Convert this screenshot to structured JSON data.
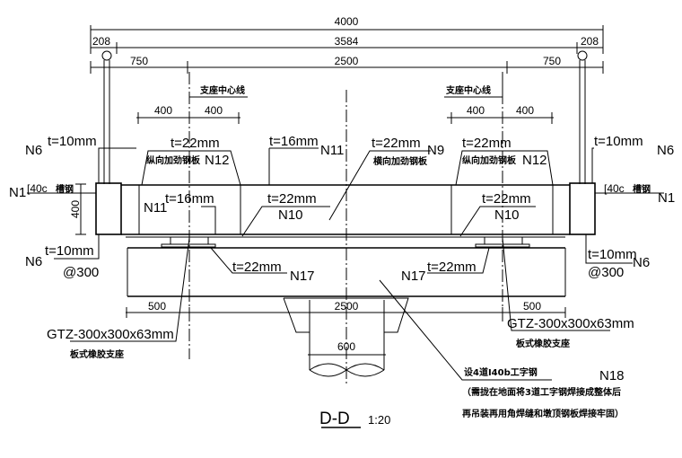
{
  "dimensions": {
    "overall": "4000",
    "left_edge": "208",
    "middle": "3584",
    "right_edge": "208",
    "left_span": "750",
    "center_span": "2500",
    "right_span": "750",
    "left_half_1": "400",
    "left_half_2": "400",
    "right_half_1": "400",
    "right_half_2": "400",
    "channel_height": "400",
    "bottom_left": "500",
    "bottom_center": "2500",
    "bottom_right": "500",
    "pier_width": "600"
  },
  "labels": {
    "bearing_centerline_left": "支座中心线",
    "bearing_centerline_right": "支座中心线",
    "t10_left_top": "t=10mm",
    "n6_left_top": "N6",
    "t22_n12_left": "t=22mm",
    "long_stiffener_left": "纵向加劲钢板",
    "n12_left": "N12",
    "t16_top": "t=16mm",
    "n11_top": "N11",
    "t22_n9": "t=22mm",
    "n9": "N9",
    "trans_stiffener": "横向加劲钢板",
    "t22_n12_right": "t=22mm",
    "long_stiffener_right": "纵向加劲钢板",
    "n12_right": "N12",
    "t10_right_top": "t=10mm",
    "n6_right_top": "N6",
    "n1_left": "N1",
    "channel_left": "[40c",
    "channel_left_cn": "槽钢",
    "n11_inner": "N11",
    "t16_inner": "t=16mm",
    "t22_n10_left": "t=22mm",
    "n10_left": "N10",
    "t22_n10_right": "t=22mm",
    "n10_right": "N10",
    "channel_right": "[40c",
    "channel_right_cn": "槽钢",
    "n1_right": "N1",
    "n6_left_bottom": "N6",
    "t10_left_bottom": "t=10mm",
    "at300_left": "@300",
    "t10_right_bottom": "t=10mm",
    "n6_right_bottom": "N6",
    "at300_right": "@300",
    "t22_n17_left": "t=22mm",
    "n17_left": "N17",
    "n17_right": "N17",
    "t22_n17_right": "t=22mm",
    "bearing_left": "GTZ-300x300x63mm",
    "bearing_left_cn": "板式橡胶支座",
    "bearing_right": "GTZ-300x300x63mm",
    "bearing_right_cn": "板式橡胶支座",
    "i_beam_note": "设4道I40b工字钢",
    "n18": "N18",
    "note_line1": "（需拢在地面将3道工字钢焊接成整体后",
    "note_line2": "再吊装再用角焊缝和墩顶钢板焊接牢固）"
  },
  "title": {
    "section": "D-D",
    "scale": "1:20"
  }
}
